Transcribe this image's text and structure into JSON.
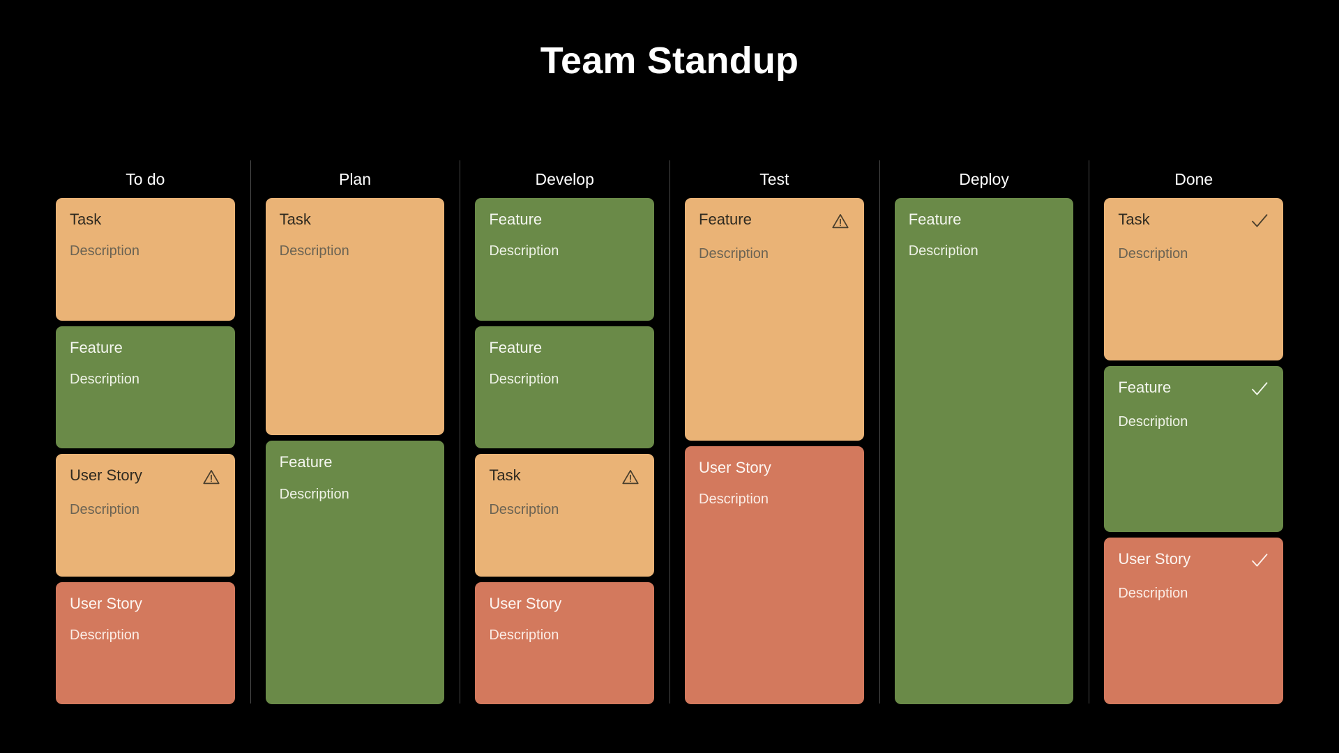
{
  "board": {
    "title": "Team Standup",
    "background_color": "#000000",
    "title_color": "#ffffff",
    "divider_color": "#4a4a4a",
    "palette": {
      "orange": "#eab376",
      "green": "#6a8a48",
      "red": "#d3795d"
    },
    "columns": [
      {
        "name": "todo",
        "header": "To do",
        "cards": [
          {
            "title": "Task",
            "description": "Description",
            "color": "orange",
            "icon": "none",
            "flex": 1
          },
          {
            "title": "Feature",
            "description": "Description",
            "color": "green",
            "icon": "none",
            "flex": 1
          },
          {
            "title": "User Story",
            "description": "Description",
            "color": "orange",
            "icon": "warning",
            "flex": 1
          },
          {
            "title": "User Story",
            "description": "Description",
            "color": "red",
            "icon": "none",
            "flex": 1
          }
        ]
      },
      {
        "name": "plan",
        "header": "Plan",
        "cards": [
          {
            "title": "Task",
            "description": "Description",
            "color": "orange",
            "icon": "none",
            "flex": 1
          },
          {
            "title": "Feature",
            "description": "Description",
            "color": "green",
            "icon": "none",
            "flex": 1.12
          }
        ]
      },
      {
        "name": "develop",
        "header": "Develop",
        "cards": [
          {
            "title": "Feature",
            "description": "Description",
            "color": "green",
            "icon": "none",
            "flex": 1
          },
          {
            "title": "Feature",
            "description": "Description",
            "color": "green",
            "icon": "none",
            "flex": 1
          },
          {
            "title": "Task",
            "description": "Description",
            "color": "orange",
            "icon": "warning",
            "flex": 1
          },
          {
            "title": "User Story",
            "description": "Description",
            "color": "red",
            "icon": "none",
            "flex": 1
          }
        ]
      },
      {
        "name": "test",
        "header": "Test",
        "cards": [
          {
            "title": "Feature",
            "description": "Description",
            "color": "orange",
            "icon": "warning",
            "flex": 1
          },
          {
            "title": "User Story",
            "description": "Description",
            "color": "red",
            "icon": "none",
            "flex": 1.07
          }
        ]
      },
      {
        "name": "deploy",
        "header": "Deploy",
        "cards": [
          {
            "title": "Feature",
            "description": "Description",
            "color": "green",
            "icon": "none",
            "flex": 1
          }
        ]
      },
      {
        "name": "done",
        "header": "Done",
        "cards": [
          {
            "title": "Task",
            "description": "Description",
            "color": "orange",
            "icon": "check",
            "flex": 1
          },
          {
            "title": "Feature",
            "description": "Description",
            "color": "green",
            "icon": "check",
            "flex": 1.03
          },
          {
            "title": "User Story",
            "description": "Description",
            "color": "red",
            "icon": "check",
            "flex": 1.03
          }
        ]
      }
    ]
  }
}
